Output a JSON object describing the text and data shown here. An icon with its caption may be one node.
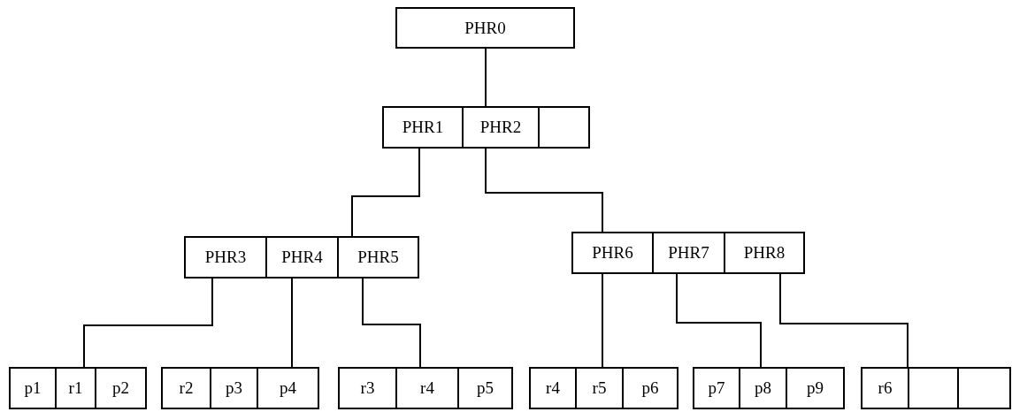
{
  "diagram": {
    "nodes": [
      {
        "text": [
          "PHR0"
        ]
      },
      {
        "text": [],
        "shape": "box"
      },
      {
        "text": [
          "PHR1"
        ],
        "in": 1
      },
      {
        "text": [
          "PHR2"
        ],
        "in": 1
      },
      {
        "text": [],
        "shape": "box",
        "in": 1
      },
      {
        "text": [],
        "shape": "box"
      },
      {
        "text": [
          "PHR3"
        ],
        "in": 5
      },
      {
        "text": [
          "PHR4"
        ],
        "in": 5
      },
      {
        "text": [
          "PHR5"
        ],
        "in": 5
      },
      {
        "text": [],
        "shape": "box"
      },
      {
        "text": [
          "PHR6"
        ],
        "in": 9
      },
      {
        "text": [
          "PHR7"
        ],
        "in": 9
      },
      {
        "text": [
          "PHR8"
        ],
        "in": 9
      },
      {
        "text": [],
        "shape": "box"
      },
      {
        "text": [
          "p1"
        ],
        "in": 13
      },
      {
        "text": [
          "r1"
        ],
        "in": 13
      },
      {
        "text": [
          "p2"
        ],
        "in": 13
      },
      {
        "text": [],
        "shape": "box"
      },
      {
        "text": [
          "r2"
        ],
        "in": 17
      },
      {
        "text": [
          "p3"
        ],
        "in": 17
      },
      {
        "text": [
          "p4"
        ],
        "in": 17
      },
      {
        "text": [],
        "shape": "box"
      },
      {
        "text": [
          "r3"
        ],
        "in": 21
      },
      {
        "text": [
          "r4"
        ],
        "in": 21
      },
      {
        "text": [
          "p5"
        ],
        "in": 21
      },
      {
        "text": [],
        "shape": "box"
      },
      {
        "text": [
          "r4"
        ],
        "in": 25
      },
      {
        "text": [
          "r5"
        ],
        "in": 25
      },
      {
        "text": [
          "p6"
        ],
        "in": 25
      },
      {
        "text": [],
        "shape": "box"
      },
      {
        "text": [
          "p7"
        ],
        "in": 29
      },
      {
        "text": [
          "p8"
        ],
        "in": 29
      },
      {
        "text": [
          "p9"
        ],
        "in": 29
      },
      {
        "text": [],
        "shape": "box"
      },
      {
        "text": [
          "r6"
        ],
        "in": 33
      },
      {
        "text": [],
        "shape": "box",
        "in": 33
      },
      {
        "text": [],
        "shape": "box",
        "in": 33
      }
    ],
    "edges": [
      {
        "from": 0,
        "to": 1,
        "arrow": "none"
      },
      {
        "from": 2,
        "to": 5,
        "arrow": "none"
      },
      {
        "from": 3,
        "to": 9,
        "arrow": "none"
      },
      {
        "from": 6,
        "to": 13,
        "arrow": "none"
      },
      {
        "from": 7,
        "to": 17,
        "arrow": "none"
      },
      {
        "from": 8,
        "to": 21,
        "arrow": "none"
      },
      {
        "from": 10,
        "to": 25,
        "arrow": "none"
      },
      {
        "from": 11,
        "to": 29,
        "arrow": "none"
      },
      {
        "from": 12,
        "to": 33,
        "arrow": "none"
      }
    ]
  }
}
